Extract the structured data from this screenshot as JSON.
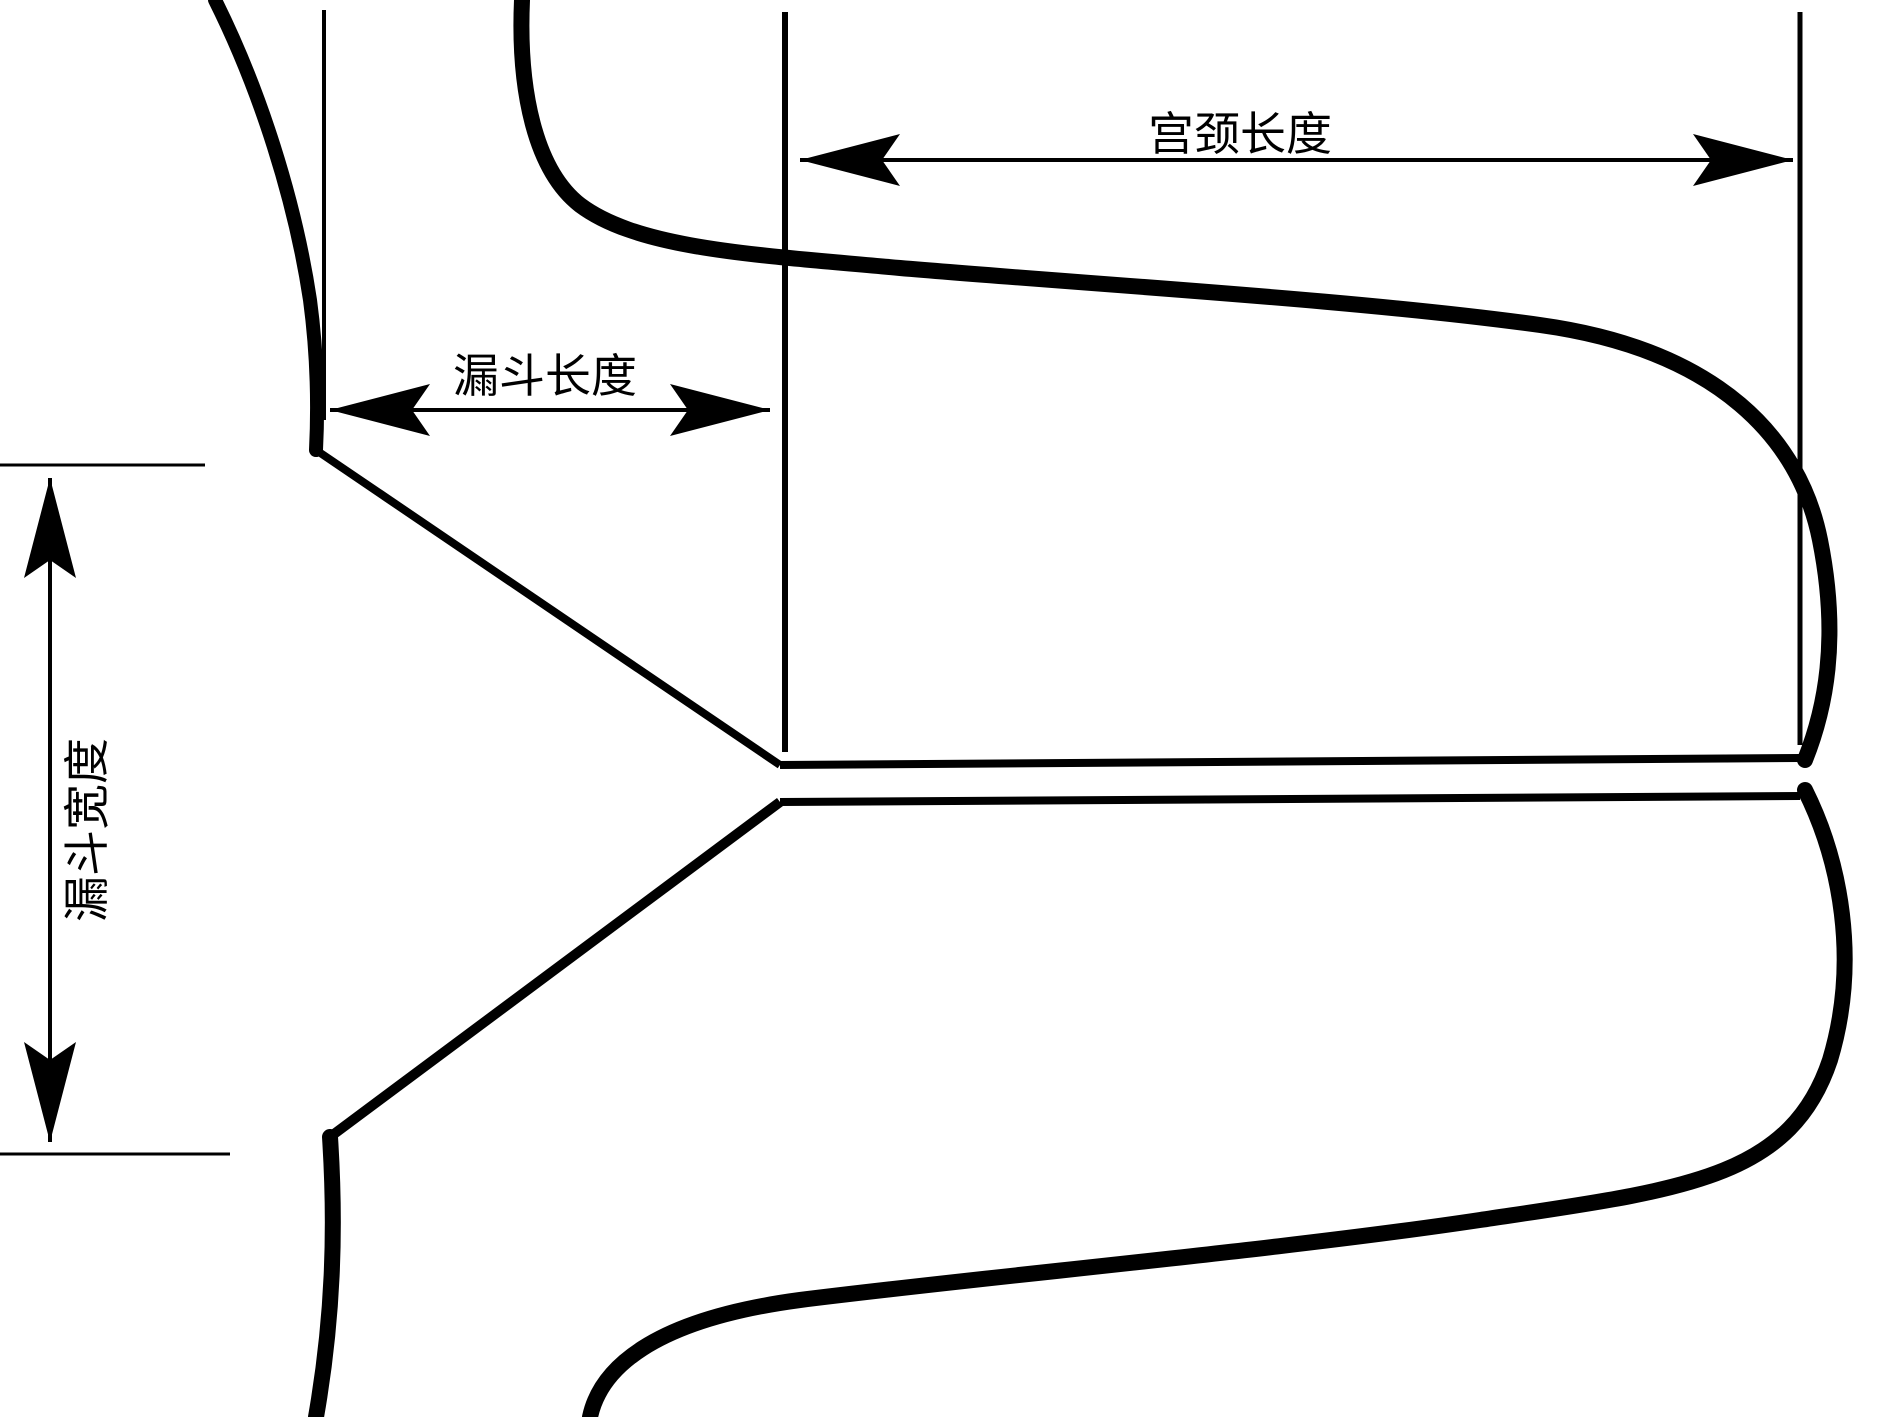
{
  "labels": {
    "cervical_length": "宫颈长度",
    "funnel_length": "漏斗长度",
    "funnel_width": "漏斗宽度"
  },
  "colors": {
    "ink": "#000000",
    "background": "#ffffff"
  }
}
